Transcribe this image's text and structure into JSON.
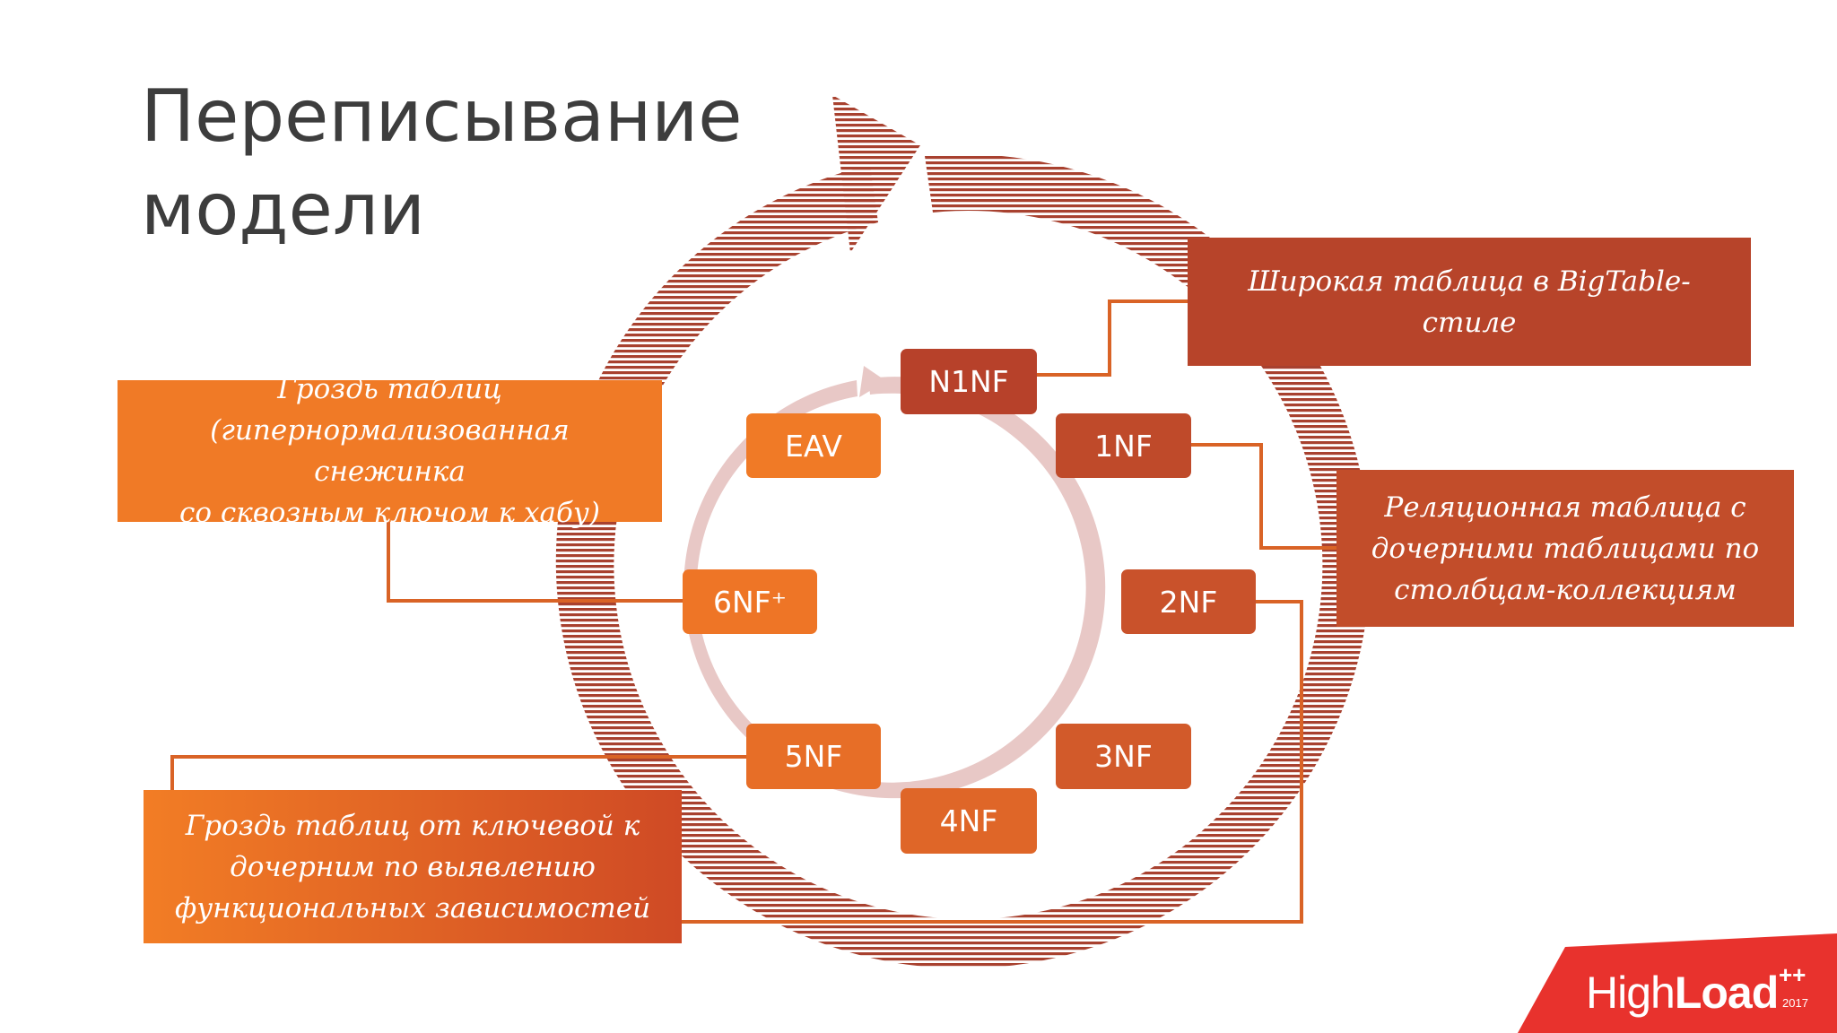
{
  "title": {
    "line1": "Переписывание",
    "line2": "модели"
  },
  "nodes": {
    "n1nf": "N1NF",
    "nf1": "1NF",
    "nf2": "2NF",
    "nf3": "3NF",
    "nf4": "4NF",
    "nf5": "5NF",
    "nf6": "6NF⁺",
    "eav": "EAV"
  },
  "callouts": {
    "bigtable": [
      "Широкая таблица в BigTable-стиле"
    ],
    "relational": [
      "Реляционная таблица с",
      "дочерними таблицами по",
      "столбцам-коллекциям"
    ],
    "cluster": [
      "Гроздь таблиц",
      "(гипернормализованная снежинка",
      "со сквозным ключом к хабу)"
    ],
    "cluster_key": [
      "Гроздь таблиц от ключевой к",
      "дочерним по выявлению",
      "функциональных зависимостей"
    ]
  },
  "brand": {
    "high": "High",
    "load": "Load",
    "plus": "++",
    "year": "2017"
  },
  "colors": {
    "dark_node": "#b7412a",
    "mid_node": "#c9522b",
    "light_node": "#f07a26",
    "big_arrow": "#a8412f",
    "inner_ring": "#e8c8c6",
    "connector": "#d96326",
    "brand_red": "#e8322d"
  }
}
